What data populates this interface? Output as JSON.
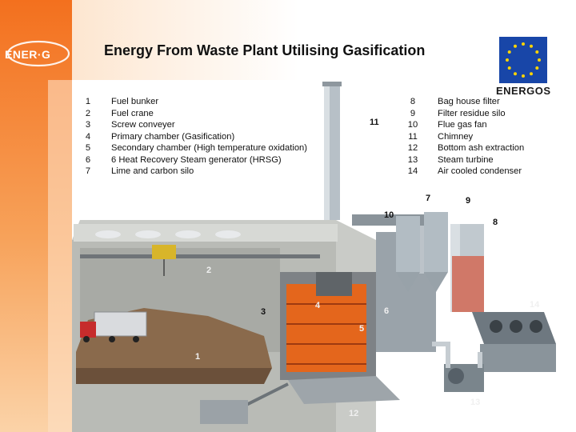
{
  "header": {
    "title": "Energy From Waste Plant Utilising Gasification",
    "logo_text": "ENER·G",
    "partner_label": "ENERGOS"
  },
  "legend": {
    "left": [
      {
        "num": "1",
        "label": "Fuel bunker"
      },
      {
        "num": "2",
        "label": "Fuel crane"
      },
      {
        "num": "3",
        "label": "Screw conveyer"
      },
      {
        "num": "4",
        "label": "Primary chamber (Gasification)"
      },
      {
        "num": "5",
        "label": "Secondary chamber (High temperature oxidation)"
      },
      {
        "num": "6",
        "label": "6      Heat Recovery Steam generator (HRSG)"
      },
      {
        "num": "7",
        "label": "Lime and carbon silo"
      }
    ],
    "right": [
      {
        "num": "8",
        "label": "Bag house filter"
      },
      {
        "num": "9",
        "label": "Filter residue silo"
      },
      {
        "num": "10",
        "label": "Flue gas fan"
      },
      {
        "num": "11",
        "label": "Chimney"
      },
      {
        "num": "12",
        "label": "Bottom ash extraction"
      },
      {
        "num": "13",
        "label": "Steam turbine"
      },
      {
        "num": "14",
        "label": "Air cooled condenser"
      }
    ]
  },
  "callouts": {
    "c1": "1",
    "c2": "2",
    "c3": "3",
    "c4": "4",
    "c5": "5",
    "c6": "6",
    "c7": "7",
    "c8": "8",
    "c9": "9",
    "c10": "10",
    "c11": "11",
    "c12": "12",
    "c13": "13",
    "c14": "14"
  },
  "colors": {
    "accent_orange": "#f3701e",
    "eu_blue": "#1846a8",
    "eu_star": "#ffd400",
    "steel": "#a9b3bb",
    "building_wall": "#c9cbc7",
    "furnace_orange": "#e4661c"
  }
}
